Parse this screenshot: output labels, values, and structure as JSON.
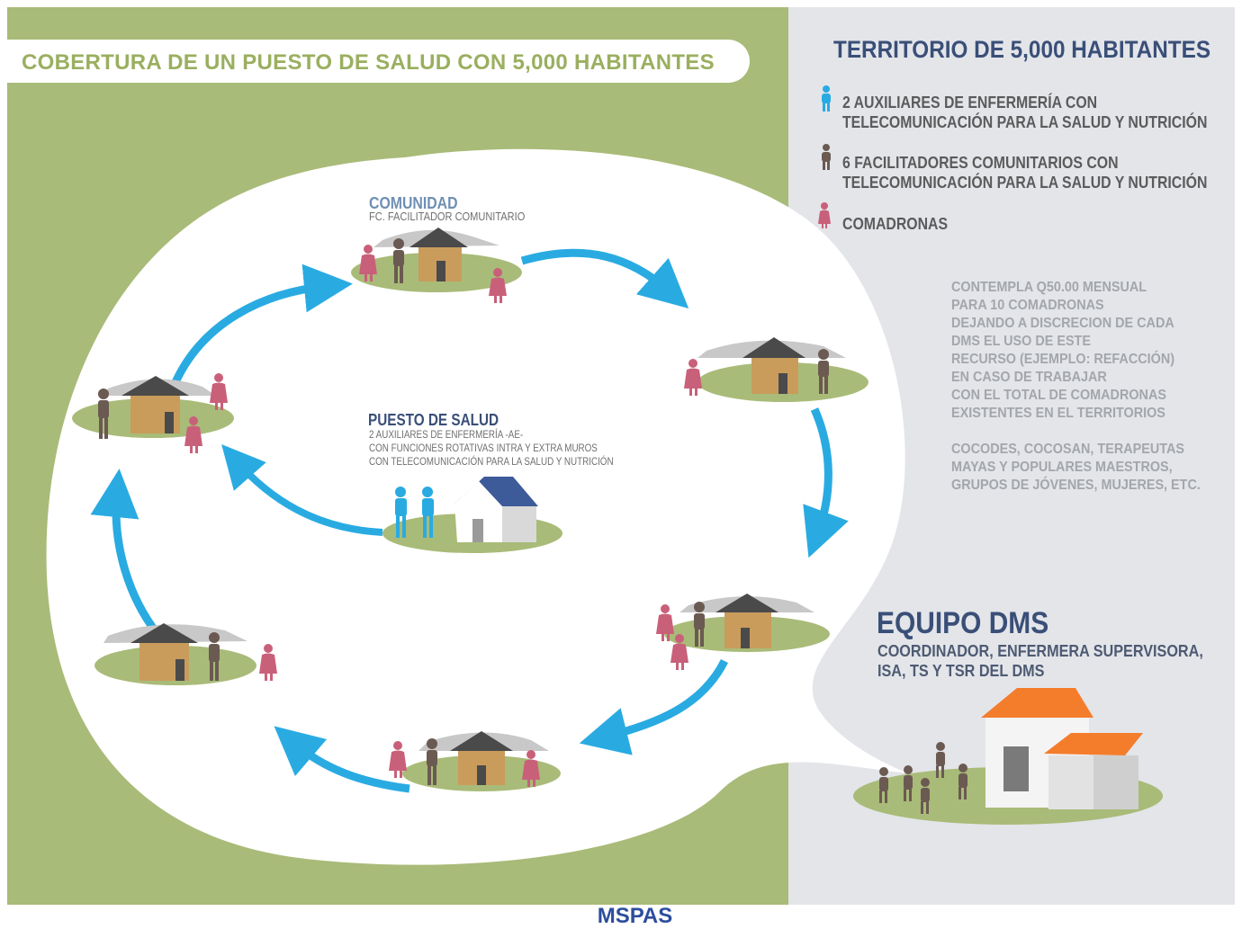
{
  "title": "COBERTURA DE UN PUESTO DE SALUD CON 5,000 HABITANTES",
  "territory": {
    "title": "TERRITORIO DE 5,000 HABITANTES",
    "legend": [
      {
        "line1": "2 AUXILIARES DE ENFERMERÍA CON",
        "line2": "TELECOMUNICACIÓN PARA LA SALUD Y NUTRICIÓN",
        "icon": "blue-person-icon",
        "color": "#29abe2"
      },
      {
        "line1": "6 FACILITADORES COMUNITARIOS CON",
        "line2": "TELECOMUNICACIÓN PARA LA SALUD Y NUTRICIÓN",
        "icon": "brown-person-icon",
        "color": "#6b5a52"
      },
      {
        "line1": "COMADRONAS",
        "line2": "",
        "icon": "pink-person-icon",
        "color": "#c9607a"
      }
    ]
  },
  "notes": {
    "paragraph1": [
      "CONTEMPLA Q50.00 MENSUAL",
      "PARA 10 COMADRONAS",
      "DEJANDO A DISCRECION DE CADA",
      "DMS EL USO DE ESTE",
      "RECURSO (EJEMPLO: REFACCIÓN)",
      "EN CASO DE TRABAJAR",
      "CON EL TOTAL DE COMADRONAS",
      "EXISTENTES EN EL TERRITORIOS"
    ],
    "paragraph2": [
      "COCODES, COCOSAN, TERAPEUTAS",
      "MAYAS Y POPULARES MAESTROS,",
      "GRUPOS DE JÓVENES, MUJERES, ETC."
    ]
  },
  "comunidad": {
    "title": "COMUNIDAD",
    "subtitle": "FC. FACILITADOR COMUNITARIO"
  },
  "puesto": {
    "title": "PUESTO DE SALUD",
    "lines": [
      "2 AUXILIARES DE ENFERMERÍA -AE-",
      "CON FUNCIONES ROTATIVAS INTRA Y EXTRA MUROS",
      "CON TELECOMUNICACIÓN PARA LA SALUD Y NUTRICIÓN"
    ]
  },
  "dms": {
    "title": "EQUIPO DMS",
    "line1": "COORDINADOR, ENFERMERA SUPERVISORA,",
    "line2": "ISA, TS Y TSR DEL DMS"
  },
  "footer": "MSPAS",
  "colors": {
    "green": "#a9bb78",
    "gray": "#e3e5e9",
    "arrow": "#29abe2",
    "navy": "#3a4f78",
    "orange": "#f47d2c",
    "pink": "#c9607a",
    "brown": "#6b5a52"
  }
}
